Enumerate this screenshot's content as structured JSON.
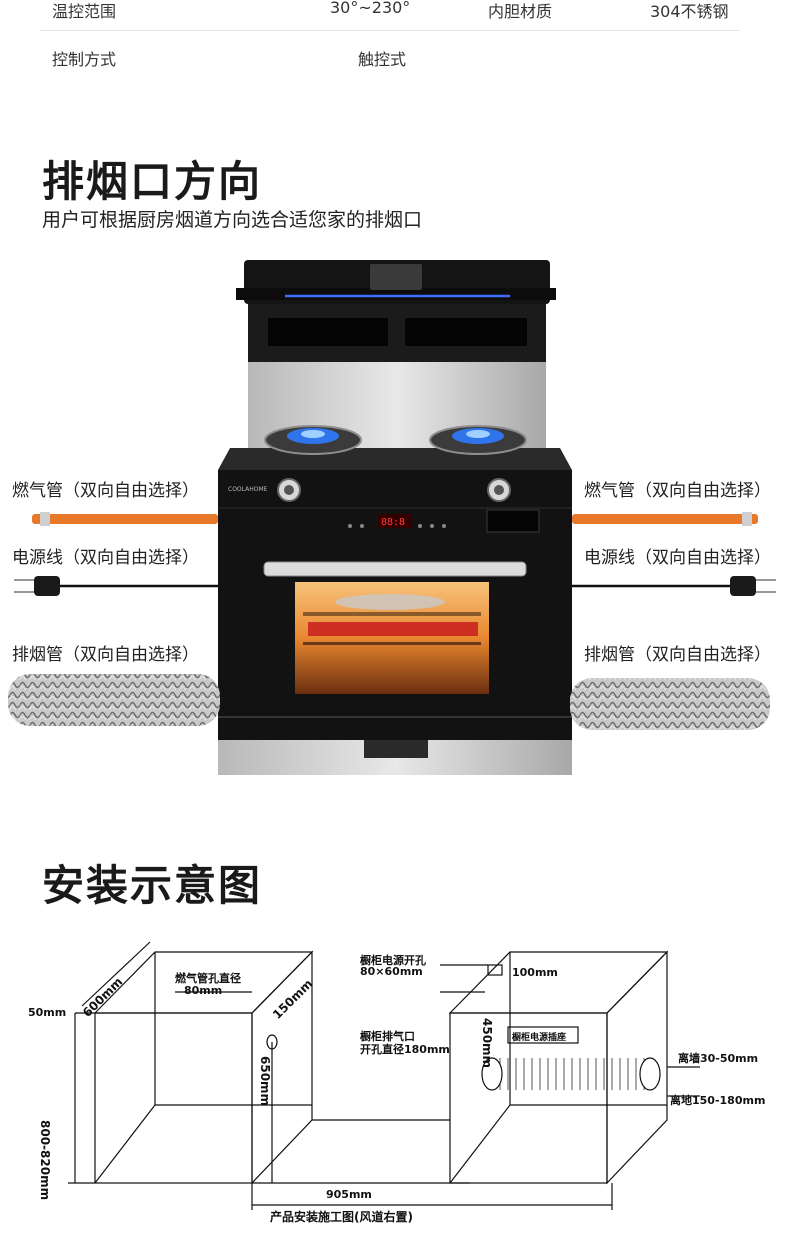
{
  "specs": [
    {
      "label": "温控范围",
      "value": "30°~230°",
      "label2": "内胆材质",
      "value2": "304不锈钢"
    },
    {
      "label": "控制方式",
      "value": "触控式"
    }
  ],
  "smoke_section": {
    "title": "排烟口方向",
    "subtitle": "用户可根据厨房烟道方向选合适您家的排烟口"
  },
  "product": {
    "brand": "COOLAHOME",
    "gas_pipe_label": "燃气管（双向自由选择）",
    "power_cord_label": "电源线（双向自由选择）",
    "exhaust_pipe_label": "排烟管（双向自由选择）"
  },
  "install_section": {
    "title": "安装示意图"
  },
  "diagram": {
    "depth": "600mm",
    "top_gap": "50mm",
    "height": "800-820mm",
    "gas_hole_title": "燃气管孔直径",
    "gas_hole_value": "80mm",
    "gas_hole_offset": "150mm",
    "gas_hole_height": "650mm",
    "power_hole_title": "橱柜电源开孔",
    "power_hole_value": "80×60mm",
    "power_hole_offset": "100mm",
    "exhaust_title": "橱柜排气口",
    "exhaust_value": "开孔直径180mm",
    "exhaust_height": "450mm",
    "socket_label": "橱柜电源插座",
    "wall_gap": "离墙30-50mm",
    "floor_gap": "离地150-180mm",
    "width": "905mm",
    "caption": "产品安装施工图(风道右置)"
  },
  "colors": {
    "gas_pipe": "#e8782a",
    "flame": "#2f7bff",
    "oven_glow": "#f2a13a",
    "line": "#111111"
  }
}
